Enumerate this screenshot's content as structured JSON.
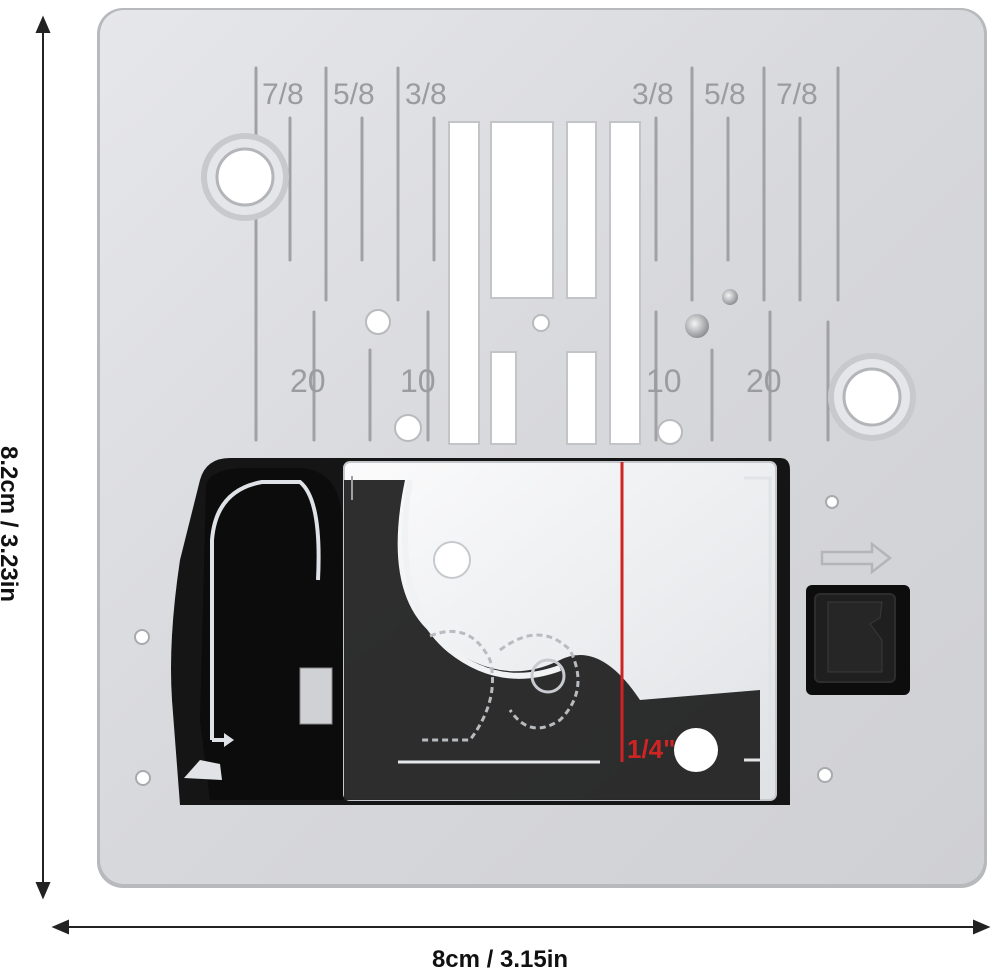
{
  "product": {
    "name": "sewing-machine-needle-plate",
    "colors": {
      "plate": "#dcdde0",
      "plate_edge": "#b9bbbf",
      "slot": "#ffffff",
      "cover_black": "#141414",
      "guide_line": "#d02424",
      "clear_cover": "#eef0f2"
    }
  },
  "dimensions": {
    "width_label": "8cm / 3.15in",
    "height_label": "8.2cm / 3.23in"
  },
  "seam_guides": {
    "top_left": [
      "7/8",
      "5/8",
      "3/8"
    ],
    "top_right": [
      "3/8",
      "5/8",
      "7/8"
    ],
    "mm_left": [
      "20",
      "10"
    ],
    "mm_right": [
      "10",
      "20"
    ]
  },
  "bobbin_cover": {
    "quarter_inch_label": "1/4\"",
    "arrow_icon": "right-arrow-icon"
  }
}
